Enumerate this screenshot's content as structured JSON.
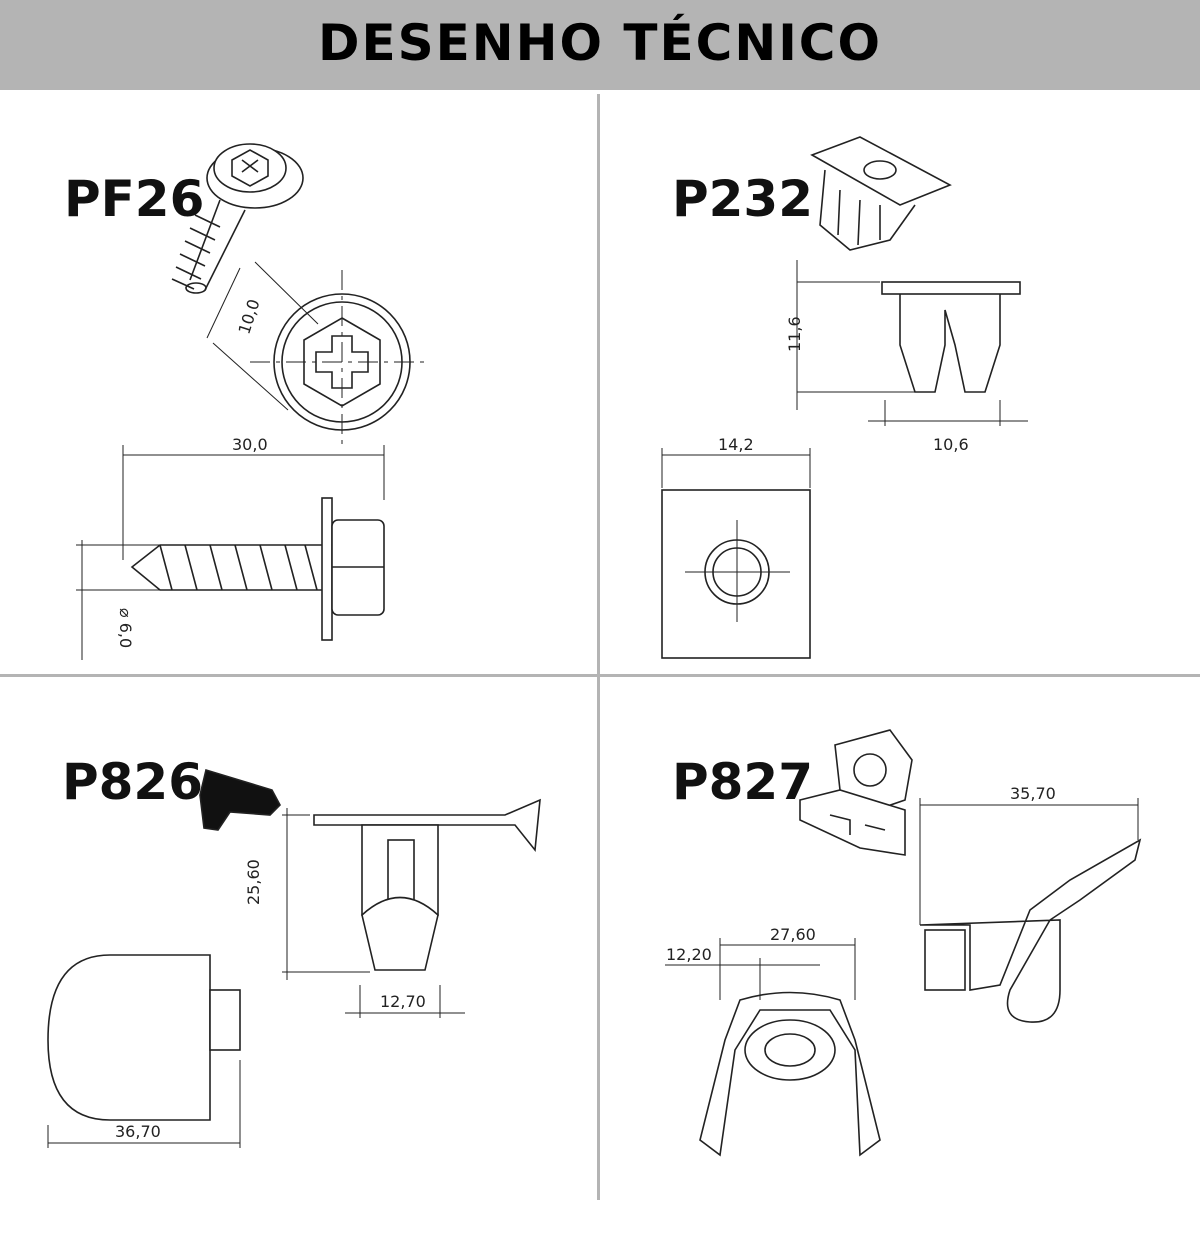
{
  "header": {
    "title": "DESENHO TÉCNICO"
  },
  "parts": [
    {
      "code": "PF26",
      "dims": {
        "head_width": "10,0",
        "length": "30,0",
        "diameter": "⌀ 6,0"
      }
    },
    {
      "code": "P232",
      "dims": {
        "height": "11,6",
        "width_bottom": "10,6",
        "plate_width": "14,2"
      }
    },
    {
      "code": "P826",
      "dims": {
        "height": "25,60",
        "stem_width": "12,70",
        "cap_width": "36,70"
      }
    },
    {
      "code": "P827",
      "dims": {
        "length": "35,70",
        "width": "27,60",
        "inner_width": "12,20"
      }
    }
  ]
}
